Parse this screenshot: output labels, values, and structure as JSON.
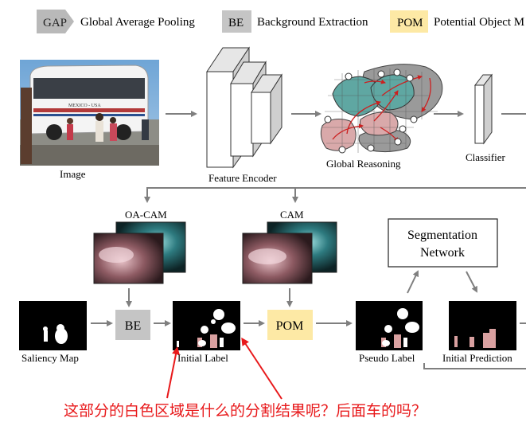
{
  "legend": {
    "gap_tag": "GAP",
    "gap_text": "Global Average Pooling",
    "be_tag": "BE",
    "be_text": "Background Extraction",
    "pom_tag": "POM",
    "pom_text": "Potential Object M"
  },
  "top_row": {
    "image_label": "Image",
    "encoder_label": "Feature Encoder",
    "reasoning_label": "Global Reasoning",
    "classifier_label": "Classifier",
    "image_text": "MEXICO - USA"
  },
  "bottom_row": {
    "oacam_label": "OA-CAM",
    "cam_label": "CAM",
    "seg_net_line1": "Segmentation",
    "seg_net_line2": "Network",
    "saliency_label": "Saliency Map",
    "be_box": "BE",
    "initial_label": "Initial Label",
    "pom_box": "POM",
    "pseudo_label": "Pseudo Label",
    "initial_prediction": "Initial Prediction"
  },
  "annotation": {
    "text": "这部分的白色区域是什么的分割结果呢？后面车的吗？",
    "color": "#e8191b"
  },
  "colors": {
    "gap_fill": "#b9b9b9",
    "be_fill": "#c5c5c5",
    "pom_fill": "#fde9a5",
    "arrow": "#7f7f7f",
    "teal_region": "#5fa7a2",
    "pink_region": "#d9a9aa",
    "gray_region": "#9a9a9a",
    "graph_edge": "#cc1f1f"
  }
}
